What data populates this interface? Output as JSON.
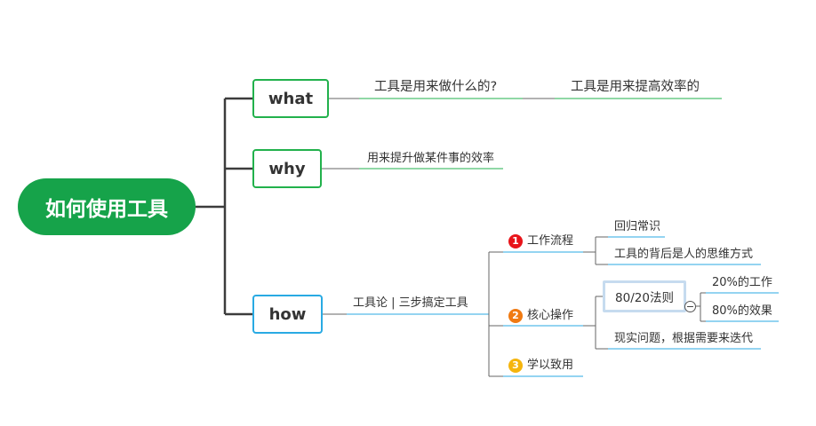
{
  "mindmap": {
    "root": {
      "label": "如何使用工具",
      "color": "#16a34a"
    },
    "what": {
      "label": "what",
      "border_color": "#22b14c",
      "question": "工具是用来做什么的?",
      "answer": "工具是用来提高效率的"
    },
    "why": {
      "label": "why",
      "border_color": "#22b14c",
      "answer": "用来提升做某件事的效率"
    },
    "how": {
      "label": "how",
      "border_color": "#29aae3",
      "theory": "工具论 | 三步搞定工具",
      "steps": [
        {
          "number": "1",
          "badge_color": "#e8141a",
          "label": "工作流程",
          "children": [
            "回归常识",
            "工具的背后是人的思维方式"
          ]
        },
        {
          "number": "2",
          "badge_color": "#f07a12",
          "label": "核心操作",
          "rule": {
            "label": "80/20法则",
            "collapse_icon": "−",
            "children": [
              "20%的工作",
              "80%的效果"
            ]
          },
          "children_after": [
            "现实问题，根据需要来迭代"
          ]
        },
        {
          "number": "3",
          "badge_color": "#f5b50e",
          "label": "学以致用"
        }
      ]
    }
  }
}
